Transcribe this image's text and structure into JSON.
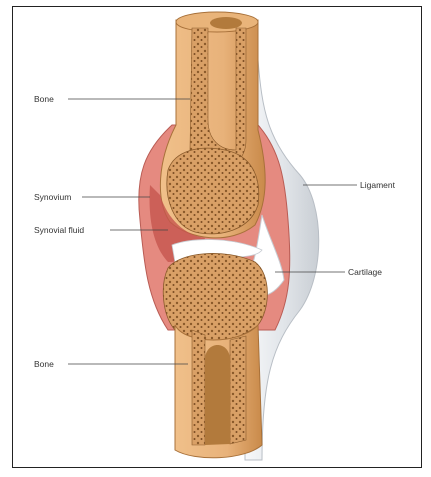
{
  "diagram": {
    "labels": {
      "bone_top": "Bone",
      "synovium": "Synovium",
      "synovial_fluid": "Synovial fluid",
      "bone_bottom": "Bone",
      "ligament": "Ligament",
      "cartilage": "Cartilage"
    },
    "colors": {
      "bone": "#e9b47a",
      "bone_dark": "#c98a4a",
      "marrow": "#b27a3c",
      "synovium": "#e58a80",
      "ligament": "#e9ecf0",
      "cartilage": "#ffffff",
      "frame": "#222222",
      "leader": "#444444"
    }
  }
}
